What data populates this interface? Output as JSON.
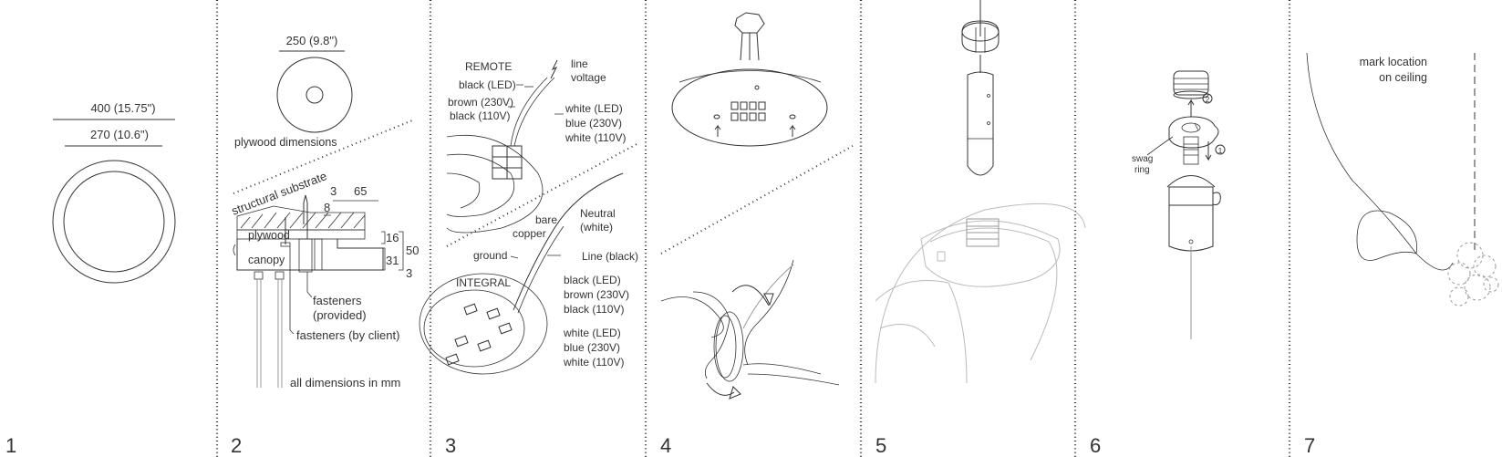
{
  "steps": [
    "1",
    "2",
    "3",
    "4",
    "5",
    "6",
    "7"
  ],
  "panel1": {
    "dim_outer": "400 (15.75\")",
    "dim_inner": "270 (10.6\")"
  },
  "panel2": {
    "plywood_dim": "250 (9.8\")",
    "plywood_caption": "plywood dimensions",
    "structural_substrate": "structural substrate",
    "plywood": "plywood",
    "canopy": "canopy",
    "dims": [
      "3",
      "65",
      "8",
      "16",
      "31",
      "50",
      "3"
    ],
    "fasteners_provided_1": "fasteners",
    "fasteners_provided_2": "(provided)",
    "fasteners_client": "fasteners (by client)",
    "all_dims": "all dimensions in mm"
  },
  "panel3": {
    "remote": "REMOTE",
    "line_voltage_1": "line",
    "line_voltage_2": "voltage",
    "black_led": "black (LED)",
    "brown_230": "brown (230V)",
    "black_110": "black (110V)",
    "white_led": "white (LED)",
    "blue_230": "blue (230V)",
    "white_110": "white (110V)",
    "bare_1": "bare",
    "bare_2": "copper",
    "neutral_1": "Neutral",
    "neutral_2": "(white)",
    "ground": "ground",
    "line_black": "Line (black)",
    "integral": "INTEGRAL",
    "i_black_led": "black (LED)",
    "i_brown_230": "brown (230V)",
    "i_black_110": "black (110V)",
    "i_white_led": "white (LED)",
    "i_blue_230": "blue (230V)",
    "i_white_110": "white (110V)"
  },
  "panel6": {
    "swag_1": "swag",
    "swag_2": "ring",
    "circle_1": "1",
    "circle_2": "2"
  },
  "panel7": {
    "mark_1": "mark location",
    "mark_2": "on ceiling"
  }
}
